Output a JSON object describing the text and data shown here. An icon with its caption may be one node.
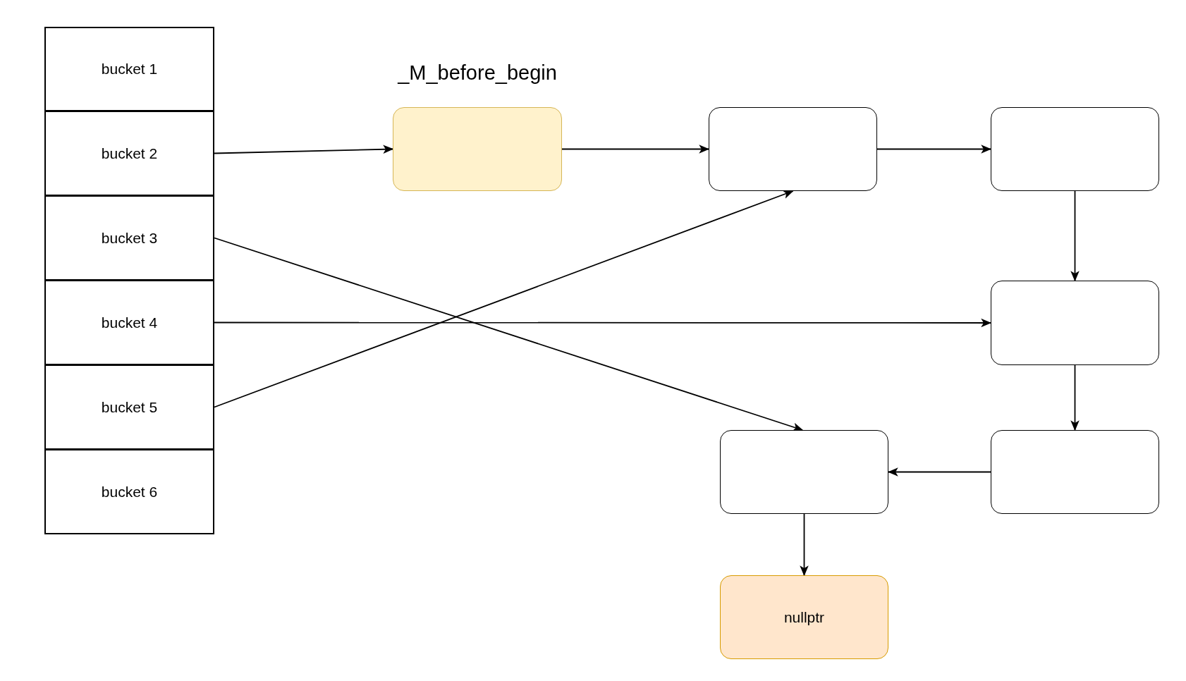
{
  "diagram": {
    "nodes": [
      {
        "text": [
          "bucket 1"
        ]
      },
      {
        "text": [
          "bucket 2"
        ]
      },
      {
        "text": [
          "bucket 3"
        ]
      },
      {
        "text": [
          "bucket 4"
        ]
      },
      {
        "text": [
          "bucket 5"
        ]
      },
      {
        "text": [
          "bucket 6"
        ]
      },
      {
        "text": [
          "_M_before_begin"
        ]
      },
      {
        "text": [],
        "shape": "box"
      },
      {
        "text": [],
        "shape": "box"
      },
      {
        "text": [],
        "shape": "box"
      },
      {
        "text": [],
        "shape": "box"
      },
      {
        "text": [],
        "shape": "box"
      },
      {
        "text": [
          "nullptr"
        ]
      }
    ],
    "edges": [
      {
        "from": 1,
        "to": 6,
        "arrow": "to"
      },
      {
        "from": 6,
        "to": 7,
        "arrow": "to"
      },
      {
        "from": 7,
        "to": 8,
        "arrow": "to"
      },
      {
        "from": 8,
        "to": 9,
        "arrow": "to"
      },
      {
        "from": 9,
        "to": 10,
        "arrow": "to"
      },
      {
        "from": 10,
        "to": 11,
        "arrow": "to"
      },
      {
        "from": 11,
        "to": 12,
        "arrow": "to"
      },
      {
        "from": 2,
        "to": 11,
        "arrow": "to"
      },
      {
        "from": 3,
        "to": 9,
        "arrow": "to"
      },
      {
        "from": 4,
        "to": 7,
        "arrow": "to"
      }
    ]
  }
}
